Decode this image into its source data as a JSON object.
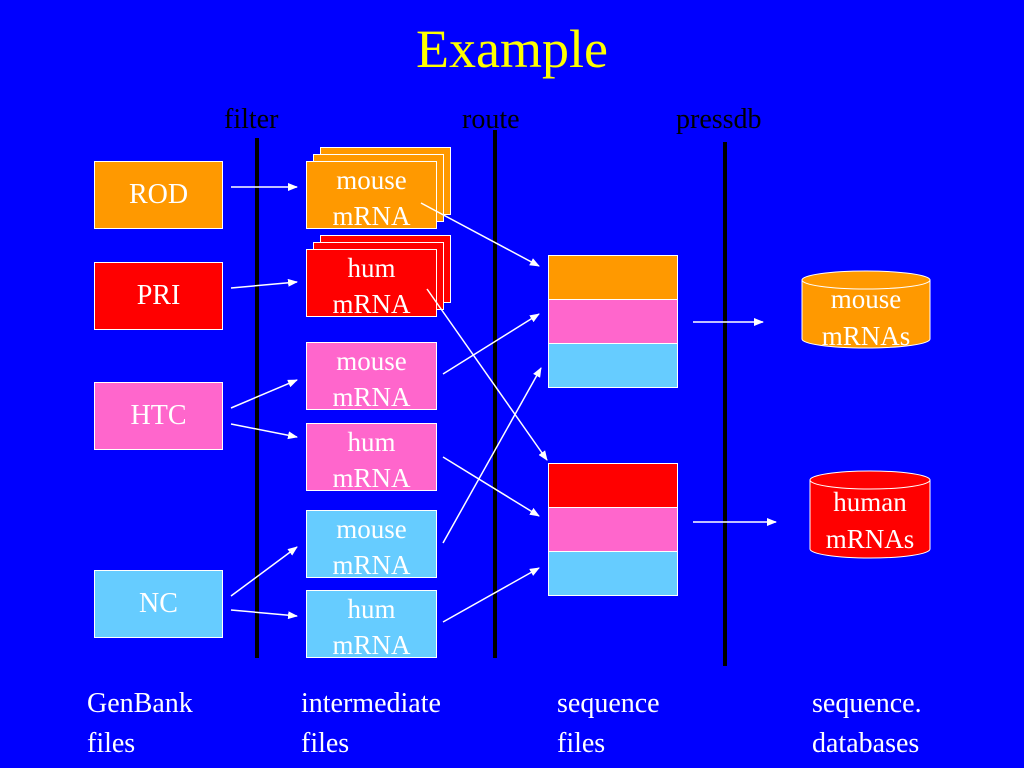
{
  "title": "Example",
  "stages": {
    "filter": "filter",
    "route": "route",
    "pressdb": "pressdb"
  },
  "sources": [
    {
      "label": "ROD",
      "color": "#FF9900"
    },
    {
      "label": "PRI",
      "color": "#FF0000"
    },
    {
      "label": "HTC",
      "color": "#FF66CC"
    },
    {
      "label": "NC",
      "color": "#66CCFF"
    }
  ],
  "intermediate": [
    {
      "line1": "mouse",
      "line2": "mRNA",
      "color": "#FF9900",
      "stacked": true
    },
    {
      "line1": "hum",
      "line2": "mRNA",
      "color": "#FF0000",
      "stacked": true
    },
    {
      "line1": "mouse",
      "line2": "mRNA",
      "color": "#FF66CC",
      "stacked": false
    },
    {
      "line1": "hum",
      "line2": "mRNA",
      "color": "#FF66CC",
      "stacked": false
    },
    {
      "line1": "mouse",
      "line2": "mRNA",
      "color": "#66CCFF",
      "stacked": false
    },
    {
      "line1": "hum",
      "line2": "mRNA",
      "color": "#66CCFF",
      "stacked": false
    }
  ],
  "sequence_files": {
    "mouse": [
      "#FF9900",
      "#FF66CC",
      "#66CCFF"
    ],
    "human": [
      "#FF0000",
      "#FF66CC",
      "#66CCFF"
    ]
  },
  "databases": [
    {
      "line1": "mouse",
      "line2": "mRNAs",
      "color": "#FF9900"
    },
    {
      "line1": "human",
      "line2": "mRNAs",
      "color": "#FF0000"
    }
  ],
  "bottom_labels": {
    "genbank": {
      "line1": "GenBank",
      "line2": "files"
    },
    "intermediate": {
      "line1": "intermediate",
      "line2": "files"
    },
    "sequence": {
      "line1": "sequence",
      "line2": "files"
    },
    "databases": {
      "line1": "sequence.",
      "line2": "databases"
    }
  },
  "colors": {
    "background": "#0000FF",
    "title": "#FFFF00"
  }
}
